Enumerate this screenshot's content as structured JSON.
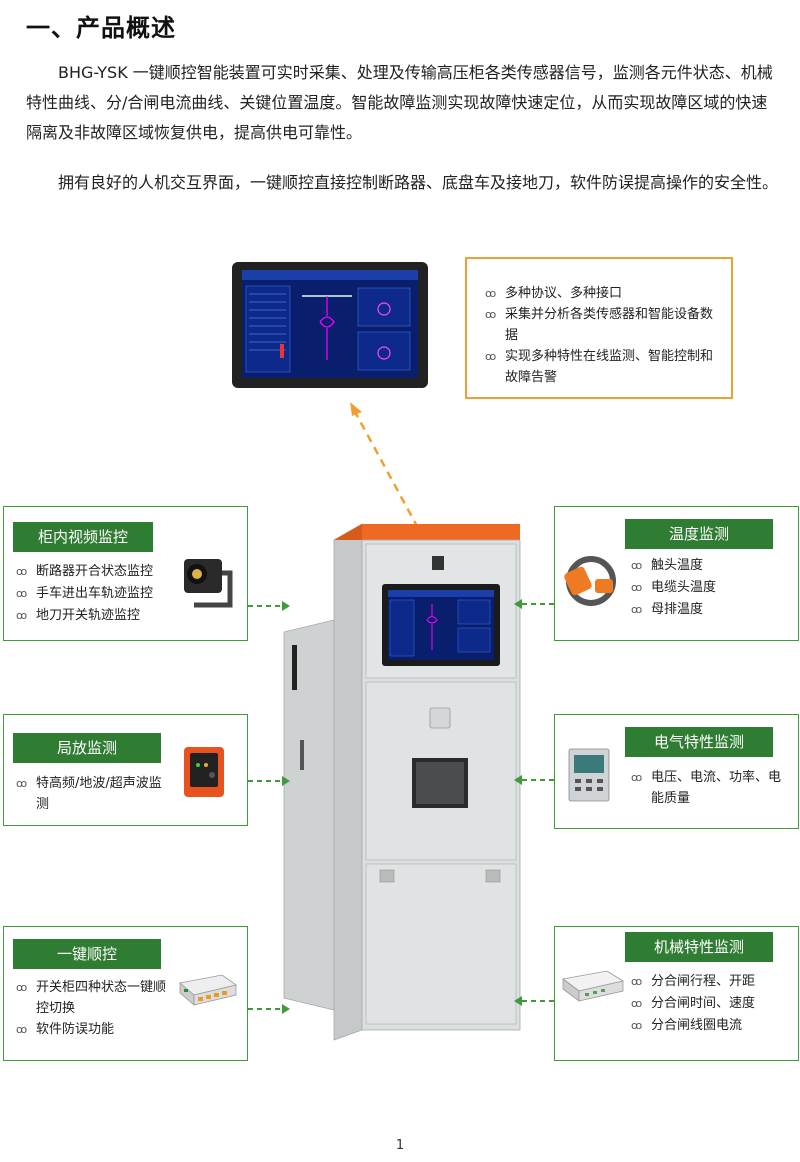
{
  "heading": "一、产品概述",
  "paragraph1": "BHG-YSK 一键顺控智能装置可实时采集、处理及传输高压柜各类传感器信号，监测各元件状态、机械特性曲线、分/合闸电流曲线、关键位置温度。智能故障监测实现故障快速定位，从而实现故障区域的快速隔离及非故障区域恢复供电，提高供电可靠性。",
  "paragraph2": "拥有良好的人机交互界面，一键顺控直接控制断路器、底盘车及接地刀，软件防误提高操作的安全性。",
  "bullet_symbol": "ꝏ",
  "hmi_features": [
    "多种协议、多种接口",
    "采集并分析各类传感器和智能设备数据",
    "实现多种特性在线监测、智能控制和故障告警"
  ],
  "modules": {
    "video": {
      "title": "柜内视频监控",
      "items": [
        "断路器开合状态监控",
        "手车进出车轨迹监控",
        "地刀开关轨迹监控"
      ]
    },
    "temperature": {
      "title": "温度监测",
      "items": [
        "触头温度",
        "电缆头温度",
        "母排温度"
      ]
    },
    "partial_discharge": {
      "title": "局放监测",
      "items": [
        "特高频/地波/超声波监测"
      ]
    },
    "electrical": {
      "title": "电气特性监测",
      "items": [
        "电压、电流、功率、电能质量"
      ]
    },
    "oneclick": {
      "title": "一键顺控",
      "items": [
        "开关柜四种状态一键顺控切换",
        "软件防误功能"
      ]
    },
    "mechanical": {
      "title": "机械特性监测",
      "items": [
        "分合闸行程、开距",
        "分合闸时间、速度",
        "分合闸线圈电流"
      ]
    }
  },
  "colors": {
    "green": "#2f7d32",
    "orange": "#f0a033",
    "cabinet": "#d9dcdc"
  },
  "page_number": "1"
}
